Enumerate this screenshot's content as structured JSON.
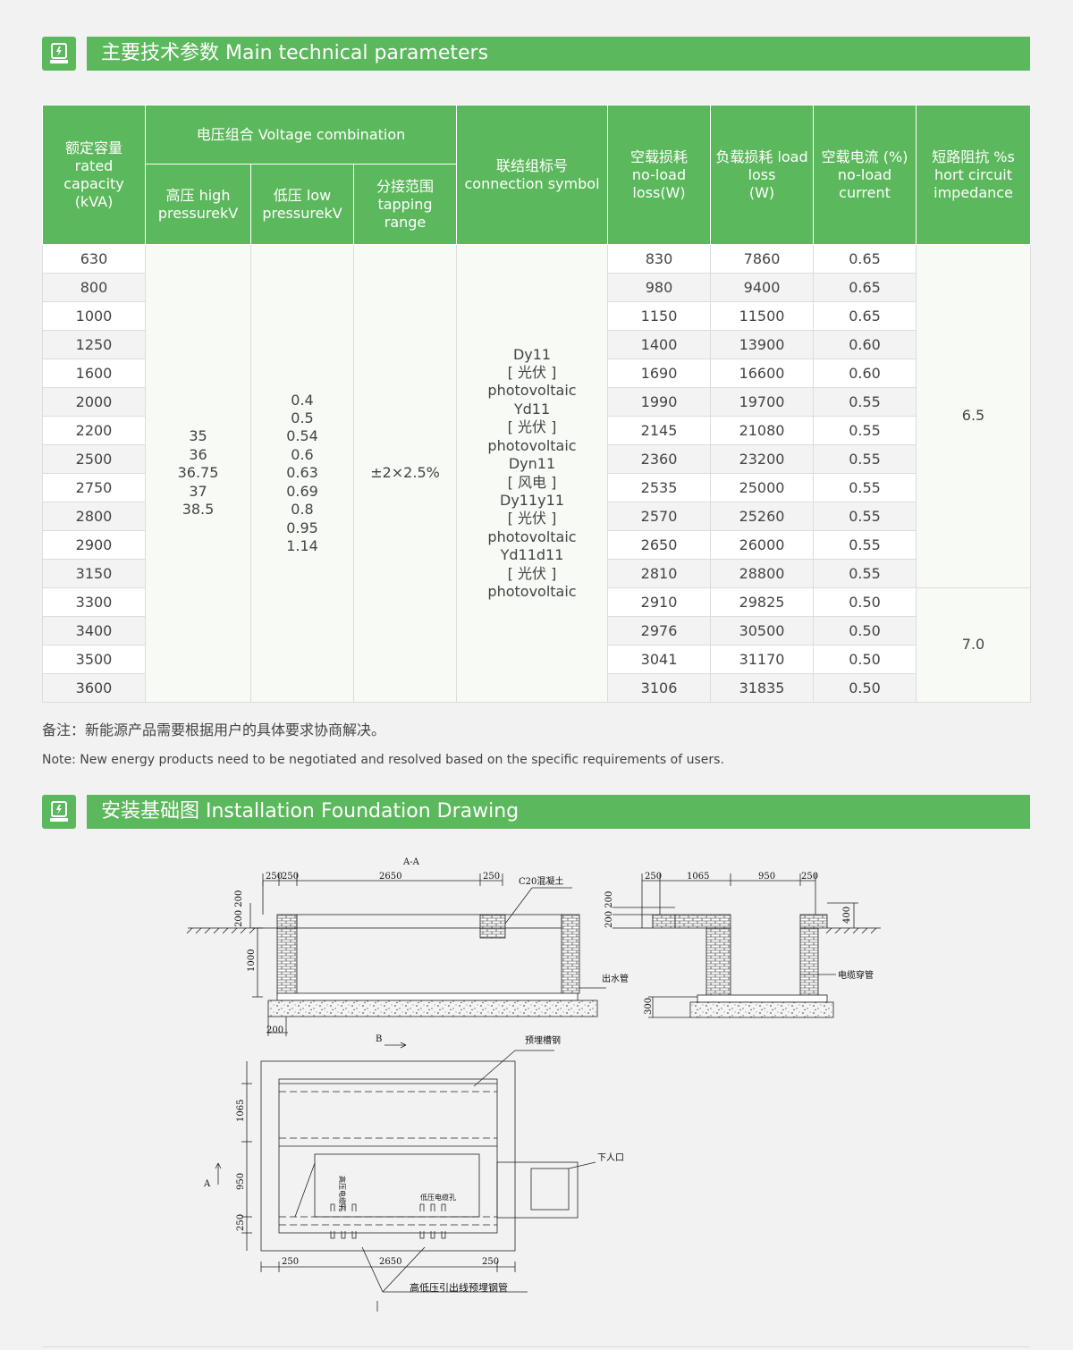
{
  "section1": {
    "title": "主要技术参数 Main technical parameters",
    "icon": "transformer-icon"
  },
  "table": {
    "headers": {
      "rated_capacity": "额定容量\nrated\ncapacity\n(kVA)",
      "voltage_combination": "电压组合 Voltage combination",
      "high_pressure": "高压 high\npressurekV",
      "low_pressure": "低压 low\npressurekV",
      "tapping_range": "分接范围\ntapping\nrange",
      "connection_symbol": "联结组标号\nconnection symbol",
      "no_load_loss": "空载损耗\nno-load\nloss(W)",
      "load_loss": "负载损耗 load\nloss\n(W)",
      "no_load_current": "空载电流 (%)\nno-load\ncurrent",
      "impedance": "短路阻抗 %s\nhort circuit\nimpedance"
    },
    "high_pressure_values": "35\n36\n36.75\n37\n38.5",
    "low_pressure_values": "0.4\n0.5\n0.54\n0.6\n0.63\n0.69\n0.8\n0.95\n1.14",
    "tapping_value": "±2×2.5%",
    "connection_values": "Dy11\n[ 光伏 ]\nphotovoltaic\nYd11\n[ 光伏 ]\nphotovoltaic\nDyn11\n[ 风电 ]\nDy11y11\n[ 光伏 ]\nphotovoltaic\nYd11d11\n[ 光伏 ]\nphotovoltaic",
    "impedance_values": [
      "6.5",
      "7.0"
    ],
    "rows": [
      {
        "capacity": "630",
        "no_load": "830",
        "load": "7860",
        "current": "0.65"
      },
      {
        "capacity": "800",
        "no_load": "980",
        "load": "9400",
        "current": "0.65"
      },
      {
        "capacity": "1000",
        "no_load": "1150",
        "load": "11500",
        "current": "0.65"
      },
      {
        "capacity": "1250",
        "no_load": "1400",
        "load": "13900",
        "current": "0.60"
      },
      {
        "capacity": "1600",
        "no_load": "1690",
        "load": "16600",
        "current": "0.60"
      },
      {
        "capacity": "2000",
        "no_load": "1990",
        "load": "19700",
        "current": "0.55"
      },
      {
        "capacity": "2200",
        "no_load": "2145",
        "load": "21080",
        "current": "0.55"
      },
      {
        "capacity": "2500",
        "no_load": "2360",
        "load": "23200",
        "current": "0.55"
      },
      {
        "capacity": "2750",
        "no_load": "2535",
        "load": "25000",
        "current": "0.55"
      },
      {
        "capacity": "2800",
        "no_load": "2570",
        "load": "25260",
        "current": "0.55"
      },
      {
        "capacity": "2900",
        "no_load": "2650",
        "load": "26000",
        "current": "0.55"
      },
      {
        "capacity": "3150",
        "no_load": "2810",
        "load": "28800",
        "current": "0.55"
      },
      {
        "capacity": "3300",
        "no_load": "2910",
        "load": "29825",
        "current": "0.50"
      },
      {
        "capacity": "3400",
        "no_load": "2976",
        "load": "30500",
        "current": "0.50"
      },
      {
        "capacity": "3500",
        "no_load": "3041",
        "load": "31170",
        "current": "0.50"
      },
      {
        "capacity": "3600",
        "no_load": "3106",
        "load": "31835",
        "current": "0.50"
      }
    ]
  },
  "notes": {
    "cn": "备注：新能源产品需要根据用户的具体要求协商解决。",
    "en": "Note: New energy products need to be negotiated and resolved based on the specific requirements of users."
  },
  "section2": {
    "title": "安装基础图 Installation Foundation Drawing",
    "icon": "transformer-icon"
  },
  "drawing": {
    "section_label": "A-A",
    "dims_top_left": [
      "250",
      "250",
      "2650",
      "250"
    ],
    "dims_top_right": [
      "250",
      "1065",
      "950",
      "250"
    ],
    "dim_200_200": "200 200",
    "dim_1000": "1000",
    "dim_200_bottom": "200",
    "dim_400": "400",
    "dim_300": "300",
    "label_concrete": "C20混凝土",
    "label_outlet_pipe": "出水管",
    "label_cable_pipe": "电缆穿管",
    "label_channel_steel": "预埋槽钢",
    "label_manhole": "下人口",
    "label_hv_hole": "高压电缆孔",
    "label_lv_hole": "低压电缆孔",
    "label_lead_pipe": "高低压引出线预埋钢管",
    "label_b": "B",
    "label_a": "A",
    "plan_dims_left": [
      "1065",
      "950",
      "250"
    ],
    "plan_dims_bottom": [
      "250",
      "2650",
      "250"
    ]
  }
}
